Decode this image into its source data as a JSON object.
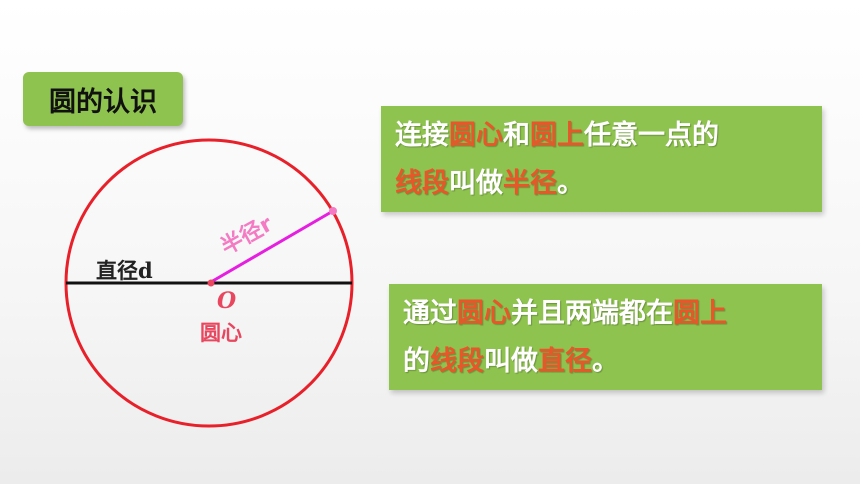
{
  "title": "圆的认识",
  "box1": {
    "parts": [
      {
        "text": "连接",
        "hl": false
      },
      {
        "text": "圆心",
        "hl": true
      },
      {
        "text": "和",
        "hl": false
      },
      {
        "text": "圆上",
        "hl": true
      },
      {
        "text": "任意一点的",
        "hl": false
      },
      {
        "text": "线段",
        "hl": true
      },
      {
        "text": "叫做",
        "hl": false
      },
      {
        "text": "半径",
        "hl": true
      },
      {
        "text": "。",
        "hl": false
      }
    ]
  },
  "box2": {
    "parts": [
      {
        "text": "通过",
        "hl": false
      },
      {
        "text": "圆心",
        "hl": true
      },
      {
        "text": "并且两端都在",
        "hl": false
      },
      {
        "text": "圆上",
        "hl": true
      },
      {
        "text": "的",
        "hl": false
      },
      {
        "text": "线段",
        "hl": true
      },
      {
        "text": "叫做",
        "hl": false
      },
      {
        "text": "直径",
        "hl": true
      },
      {
        "text": "。",
        "hl": false
      }
    ]
  },
  "diagram": {
    "diameter_label": "直径d",
    "radius_label": "半径r",
    "center_letter": "O",
    "center_label": "圆心"
  },
  "colors": {
    "box_bg": "#8fc34f",
    "highlight": "#e8562a",
    "circle": "#e8202a",
    "radius": "#e61ee0",
    "radius_text": "#f47ac4",
    "center_text": "#e8475f"
  }
}
